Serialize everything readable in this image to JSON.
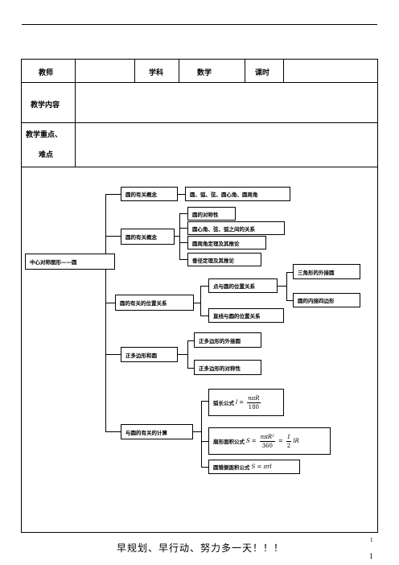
{
  "header": {
    "teacher_label": "教师",
    "teacher_value": "",
    "subject_label": "学科",
    "subject_value": "数学",
    "period_label": "课时",
    "period_value": ""
  },
  "rows": {
    "content_label": "教学内容",
    "key_label_1": "教学重点、",
    "key_label_2": "难点"
  },
  "diagram": {
    "root": "中心对称图形——圆",
    "b1": "圆的有关概念",
    "b1_leaf": "圆、弧、弦、圆心角、圆周角",
    "b2": "圆的有关概念",
    "b2_leaves": [
      "圆的对称性",
      "圆心角、弦、弧之间的关系",
      "圆周角定理及其推论",
      "垂径定理及其推论"
    ],
    "b3": "圆的有关的位置关系",
    "b3_sub1": "点与圆的位置关系",
    "b3_sub1_leaves": [
      "三角形的外接圆",
      "圆的内接四边形"
    ],
    "b3_sub2": "直线与圆的位置关系",
    "b4": "正多边形和圆",
    "b4_leaves": [
      "正多边形的外接圆",
      "正多边形的对称性"
    ],
    "b5": "与圆的有关的计算",
    "arc_label": "弧长公式",
    "arc_lhs": "l",
    "arc_num": "nπR",
    "arc_den": "180",
    "sector_label": "扇形面积公式",
    "sector_lhs": "S",
    "sector_num": "nπR²",
    "sector_den": "360",
    "sector_half_num": "1",
    "sector_half_den": "2",
    "sector_tail": "lR",
    "cone_label": "圆锥侧面积公式",
    "cone_formula": "S = πrl"
  },
  "footer": {
    "slogan": "早规划、早行动、努力多一天！！！",
    "page_small": "1",
    "page_number": "1"
  }
}
